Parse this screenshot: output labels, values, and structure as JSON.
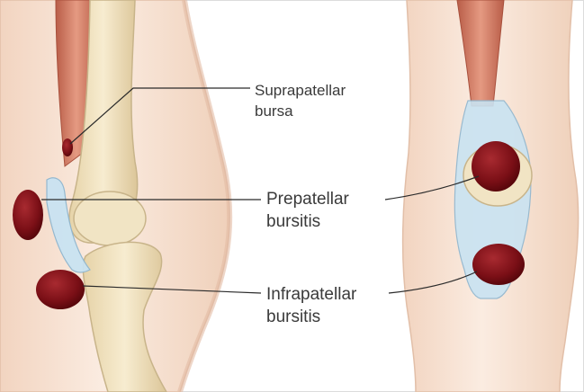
{
  "labels": {
    "suprapatellar": {
      "line1": "Suprapatellar",
      "line2": "bursa"
    },
    "prepatellar": {
      "line1": "Prepatellar",
      "line2": "bursitis"
    },
    "infrapatellar": {
      "line1": "Infrapatellar",
      "line2": "bursitis"
    }
  },
  "colors": {
    "skin": "#f6e2d3",
    "skin_shadow": "#e8c6b0",
    "bone": "#efe0bd",
    "bone_outline": "#c8b48a",
    "muscle": "#d9826a",
    "muscle_dark": "#b95d48",
    "bursa_inflamed": "#7a0f16",
    "bursa_fluid": "#c9e3f2",
    "leader_line": "#2a2a2a"
  }
}
